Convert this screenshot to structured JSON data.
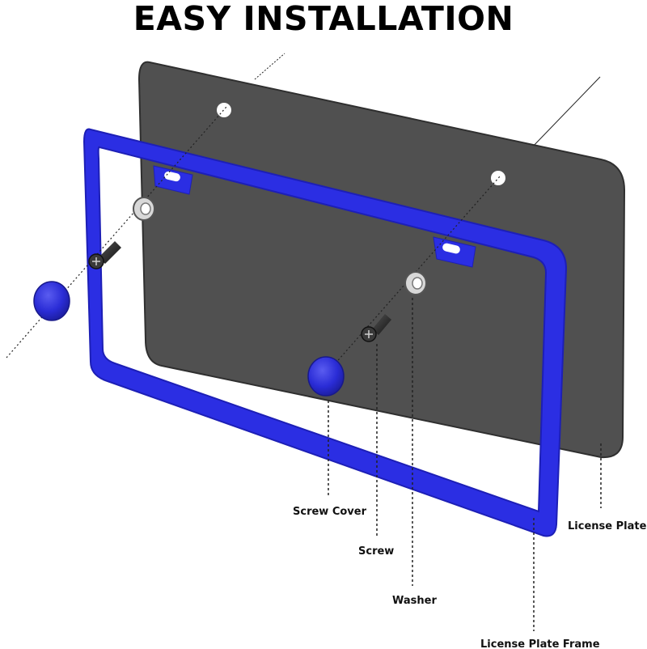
{
  "title": "EASY INSTALLATION",
  "colors": {
    "frame": "#2b2ee3",
    "frame_dark": "#1d1fb6",
    "plate": "#505050",
    "plate_edge": "#2f2f2f",
    "leader_line": "#222222",
    "cap": "#2a2cd6",
    "screw": "#2b2b2b"
  },
  "labels": {
    "screw_cover": "Screw Cover",
    "screw": "Screw",
    "washer": "Washer",
    "license_plate": "License Plate",
    "license_plate_frame": "License Plate Frame"
  },
  "icons": [
    "screw-cover-icon",
    "screw-icon",
    "washer-icon"
  ]
}
